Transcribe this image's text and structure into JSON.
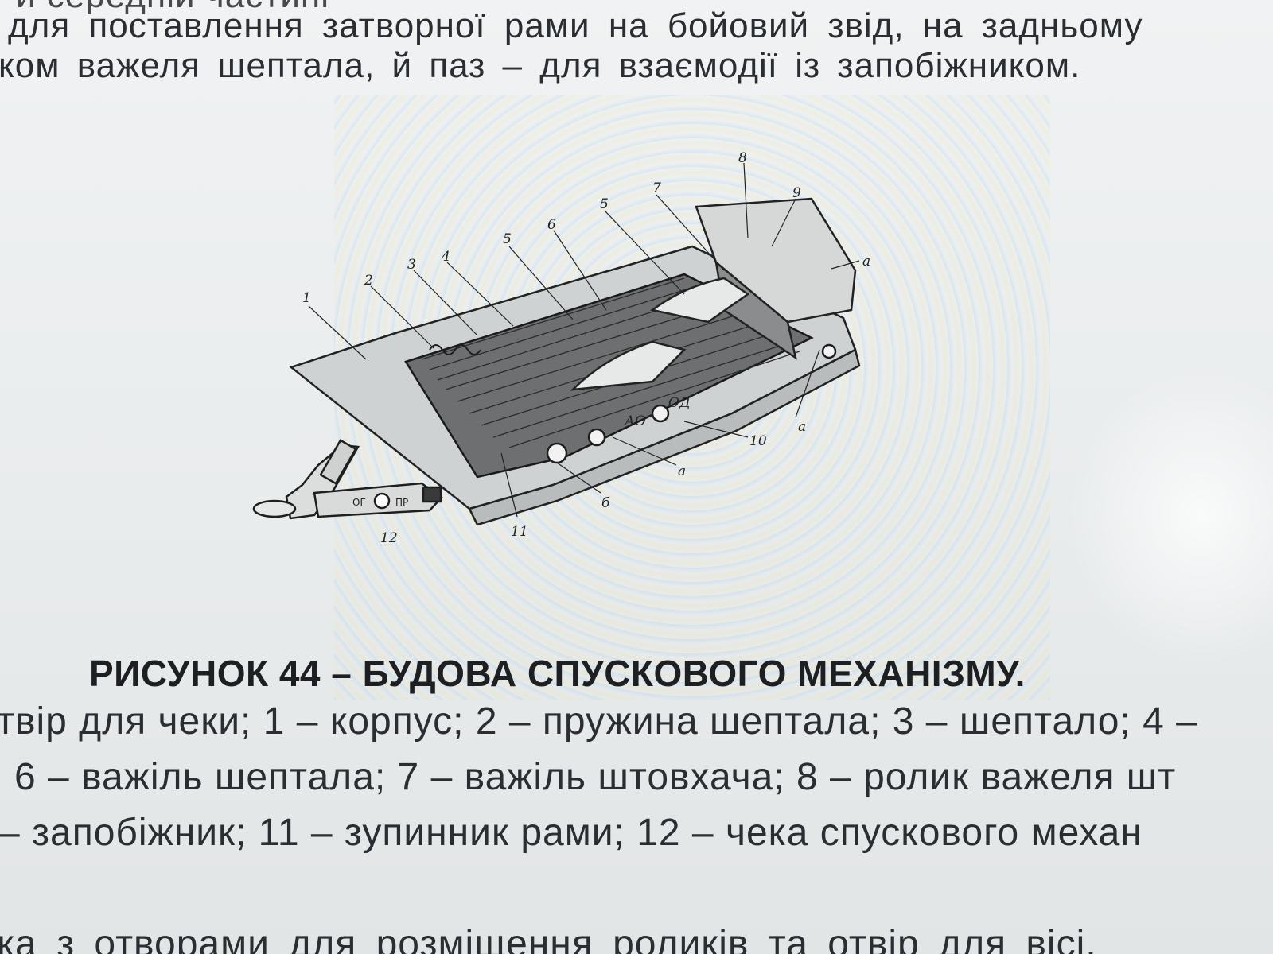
{
  "text_lines": {
    "top_clipped": "й середній частині",
    "top_1": "для поставлення затворної рами на бойовий звід, на задньому",
    "top_2": "ком важеля шептала, й паз – для взаємодії із запобіжником.",
    "caption_title": "РИСУНОК 44 – БУДОВА СПУСКОВОГО МЕХАНІЗМУ.",
    "legend_1": "твір для чеки; 1 – корпус; 2 – пружина шептала; 3 – шептало; 4 –",
    "legend_2": "6 – важіль шептала; 7 – важіль штовхача; 8 – ролик важеля шт",
    "legend_3": "– запобіжник; 11 – зупинник рами; 12 – чека спускового механ",
    "bottom_clipped": "ка з отворами для розміщення роликів та отвір для вісі,"
  },
  "figure": {
    "labels": {
      "n1": "1",
      "n2": "2",
      "n3": "3",
      "n4": "4",
      "n5a": "5",
      "n5b": "5",
      "n6": "6",
      "n7": "7",
      "n8": "8",
      "n9": "9",
      "n10": "10",
      "n11": "11",
      "n12": "12",
      "a1": "a",
      "a2": "a",
      "a3": "a",
      "b": "б"
    },
    "pin_markings": {
      "og": "ОГ",
      "pr": "ПР"
    },
    "body_markings": {
      "ao": "АО",
      "od": "ОД"
    }
  }
}
